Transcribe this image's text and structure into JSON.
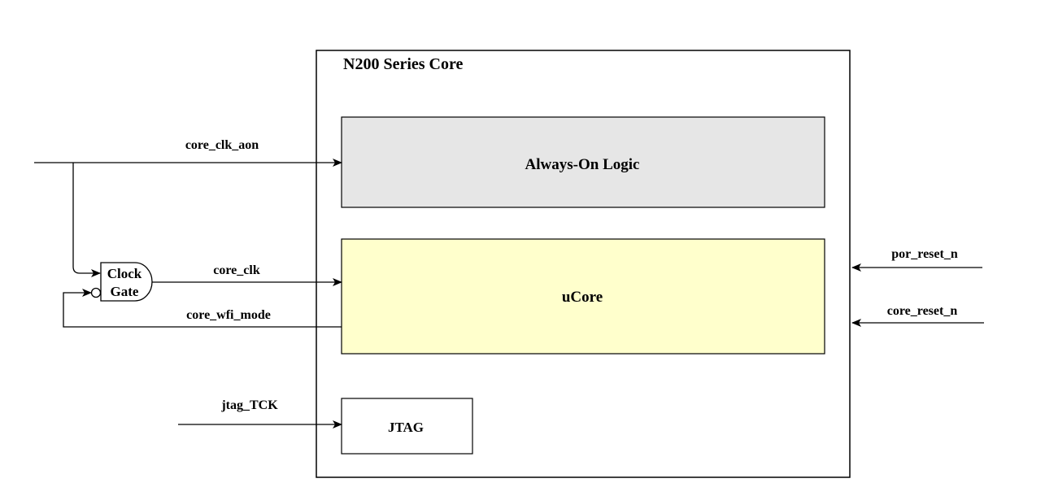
{
  "diagram": {
    "core_title": "N200 Series Core",
    "blocks": {
      "always_on": {
        "label": "Always-On Logic",
        "fill": "#e6e6e6"
      },
      "ucore": {
        "label": "uCore",
        "fill": "#ffffcc"
      },
      "jtag": {
        "label": "JTAG",
        "fill": "#ffffff"
      }
    },
    "clock_gate": {
      "line1": "Clock",
      "line2": "Gate"
    },
    "signals": {
      "core_clk_aon": "core_clk_aon",
      "core_clk": "core_clk",
      "core_wfi_mode": "core_wfi_mode",
      "jtag_tck": "jtag_TCK",
      "por_reset_n": "por_reset_n",
      "core_reset_n": "core_reset_n"
    }
  }
}
